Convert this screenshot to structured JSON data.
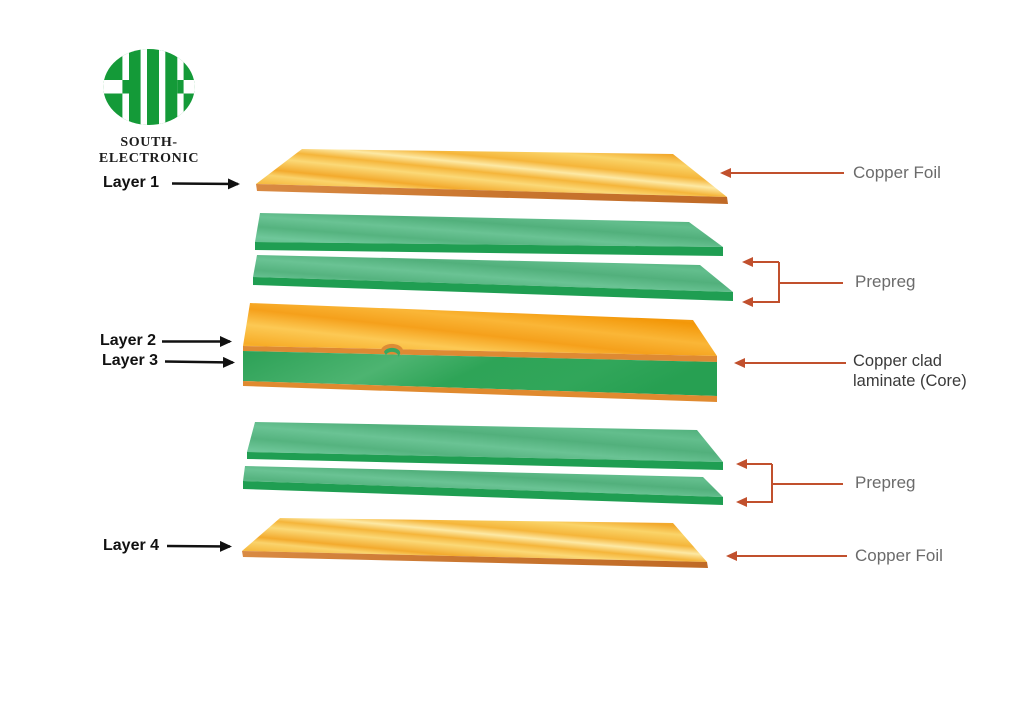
{
  "brand": {
    "name": "SOUTH-ELECTRONIC",
    "logo_icon": "hh-monogram-icon"
  },
  "diagram": {
    "subject": "4-layer PCB stackup exploded view",
    "left_labels": [
      {
        "text": "Layer 1"
      },
      {
        "text": "Layer 2"
      },
      {
        "text": "Layer 3"
      },
      {
        "text": "Layer 4"
      }
    ],
    "right_labels": [
      {
        "text": "Copper Foil"
      },
      {
        "text": "Prepreg"
      },
      {
        "text": "Copper clad laminate (Core)"
      },
      {
        "text": "Prepreg"
      },
      {
        "text": "Copper Foil"
      }
    ],
    "stack_order": [
      "Copper Foil (Layer 1)",
      "Prepreg (2 sheets)",
      "Copper clad laminate Core (Layer 2 / Layer 3)",
      "Prepreg (2 sheets)",
      "Copper Foil (Layer 4)"
    ]
  },
  "colors": {
    "bg": "#ffffff",
    "brand-green": "#149A38",
    "brand-text": "#1c1c1c",
    "label-black": "#111111",
    "label-gray": "#6b6b6b",
    "label-dark": "#3a3a3a",
    "arrow-black": "#111111",
    "arrow-red": "#C1502D",
    "copper-gold": "#F5B53A",
    "copper-edge": "#C9762F",
    "prepreg-green": "#5CB986",
    "prepreg-edge": "#1F9E52",
    "core-orange": "#F5A01B",
    "core-green": "#2EA457"
  }
}
